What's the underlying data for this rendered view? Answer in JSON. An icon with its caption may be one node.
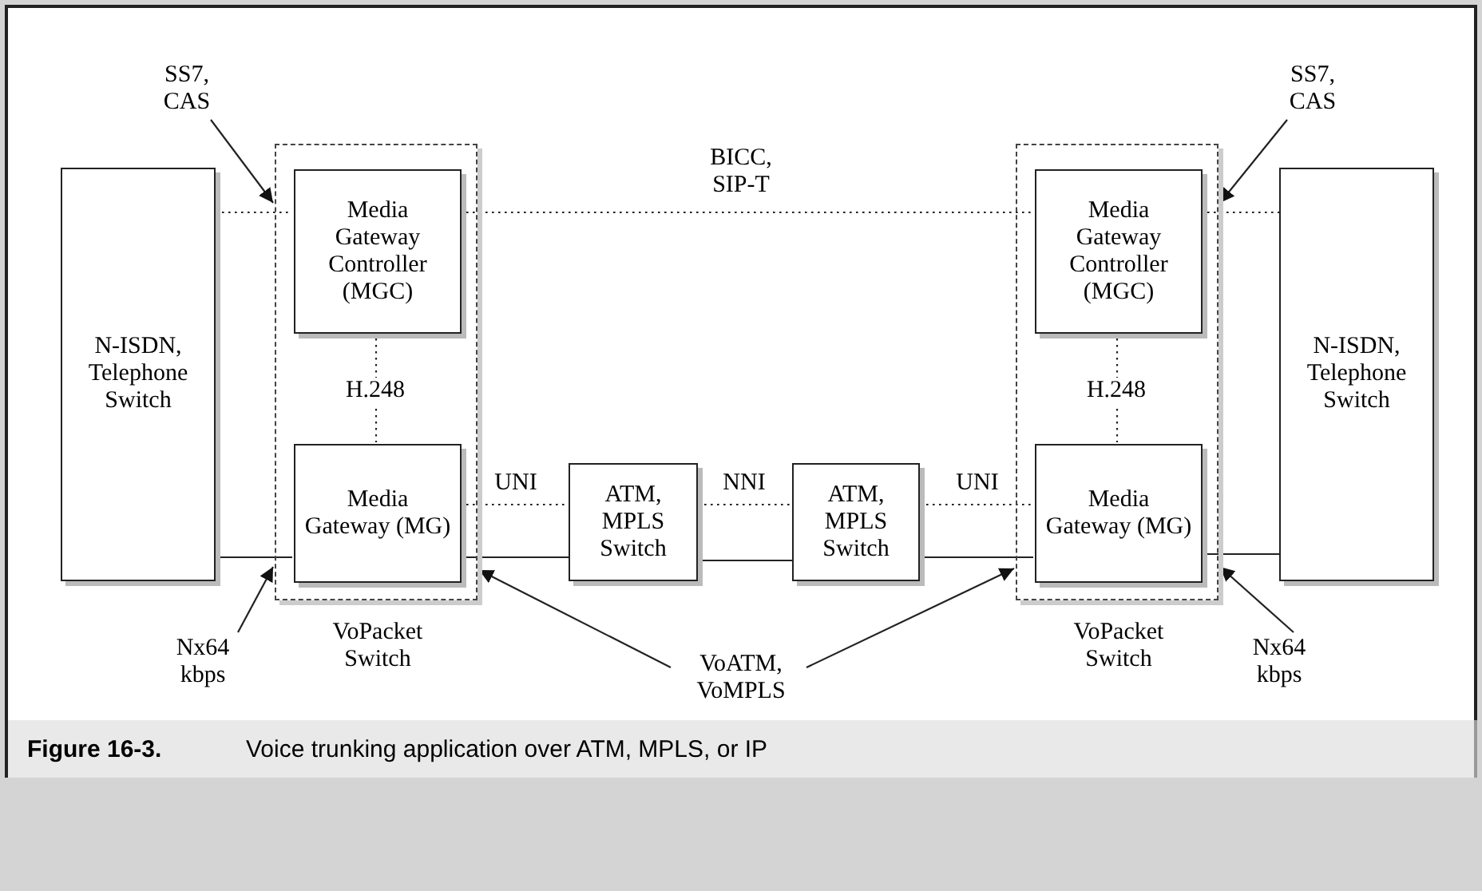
{
  "diagram": {
    "caption": "Voice trunking application over ATM, MPLS, or IP",
    "nodes": [
      {
        "text": [
          "N-ISDN, Telephone Switch"
        ]
      },
      {
        "text": [],
        "shape": "box",
        "beside": [
          "VoPacket Switch"
        ]
      },
      {
        "text": [
          "Media Gateway Controller (MGC)"
        ],
        "in": 1
      },
      {
        "text": [
          "Media Gateway (MG)"
        ],
        "in": 1
      },
      {
        "text": [
          "ATM, MPLS Switch"
        ]
      },
      {
        "text": [
          "ATM, MPLS Switch"
        ]
      },
      {
        "text": [],
        "shape": "box",
        "beside": [
          "VoPacket Switch"
        ]
      },
      {
        "text": [
          "Media Gateway Controller (MGC)"
        ],
        "in": 6
      },
      {
        "text": [
          "Media Gateway (MG)"
        ],
        "in": 6
      },
      {
        "text": [
          "N-ISDN, Telephone Switch"
        ]
      },
      {
        "text": [
          "SS7, CAS"
        ]
      },
      {
        "text": [
          "SS7, CAS"
        ]
      },
      {
        "text": [
          "Nx64 kbps"
        ]
      },
      {
        "text": [
          "Nx64 kbps"
        ]
      },
      {
        "text": [
          "VoATM, VoMPLS"
        ]
      }
    ],
    "edges": [
      {
        "from": 0,
        "to": 2,
        "arrow": "none",
        "style": "dashed"
      },
      {
        "from": 2,
        "to": 7,
        "arrow": "none",
        "style": "dashed",
        "label": "BICC, SIP-T"
      },
      {
        "from": 7,
        "to": 9,
        "arrow": "none",
        "style": "dashed"
      },
      {
        "from": 2,
        "to": 3,
        "arrow": "none",
        "style": "dashed",
        "label": "H.248"
      },
      {
        "from": 7,
        "to": 8,
        "arrow": "none",
        "style": "dashed",
        "label": "H.248"
      },
      {
        "from": 3,
        "to": 4,
        "arrow": "none",
        "style": "dashed",
        "label": "UNI"
      },
      {
        "from": 4,
        "to": 5,
        "arrow": "none",
        "style": "dashed",
        "label": "NNI"
      },
      {
        "from": 5,
        "to": 8,
        "arrow": "none",
        "style": "dashed",
        "label": "UNI"
      },
      {
        "from": 0,
        "to": 3,
        "arrow": "none"
      },
      {
        "from": 3,
        "to": 4,
        "arrow": "none"
      },
      {
        "from": 4,
        "to": 5,
        "arrow": "none"
      },
      {
        "from": 5,
        "to": 8,
        "arrow": "none"
      },
      {
        "from": 8,
        "to": 9,
        "arrow": "none"
      },
      {
        "from": 10,
        "to": 1,
        "arrow": "to"
      },
      {
        "from": 11,
        "to": 6,
        "arrow": "to"
      },
      {
        "from": 12,
        "to": 1,
        "arrow": "to"
      },
      {
        "from": 13,
        "to": 6,
        "arrow": "to"
      },
      {
        "from": 14,
        "to": 1,
        "arrow": "to"
      },
      {
        "from": 14,
        "to": 6,
        "arrow": "to"
      }
    ],
    "labels": [
      "Figure 16-3."
    ]
  }
}
